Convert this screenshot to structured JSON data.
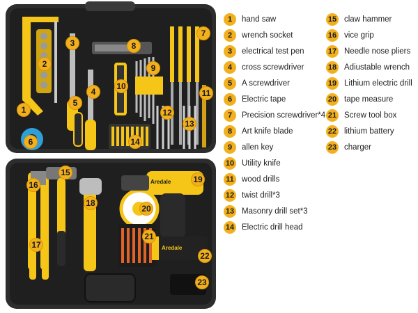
{
  "legend_left": [
    {
      "num": "1",
      "label": "hand saw"
    },
    {
      "num": "2",
      "label": "wrench socket"
    },
    {
      "num": "3",
      "label": "electrical test pen"
    },
    {
      "num": "4",
      "label": "cross screwdriver"
    },
    {
      "num": "5",
      "label": "A screwdriver"
    },
    {
      "num": "6",
      "label": "Electric tape"
    },
    {
      "num": "7",
      "label": "Precision screwdriver*4"
    },
    {
      "num": "8",
      "label": "Art knife blade"
    },
    {
      "num": "9",
      "label": "allen key"
    },
    {
      "num": "10",
      "label": "Utility knife"
    },
    {
      "num": "11",
      "label": "wood drills"
    },
    {
      "num": "12",
      "label": "twist drill*3"
    },
    {
      "num": "13",
      "label": "Masonry drill set*3"
    },
    {
      "num": "14",
      "label": "Electric drill head"
    }
  ],
  "legend_right": [
    {
      "num": "15",
      "label": "claw hammer"
    },
    {
      "num": "16",
      "label": "vice grip"
    },
    {
      "num": "17",
      "label": "Needle nose pliers"
    },
    {
      "num": "18",
      "label": "Adiustable wrench"
    },
    {
      "num": "19",
      "label": "Lithium electric drill"
    },
    {
      "num": "20",
      "label": "tape measure"
    },
    {
      "num": "21",
      "label": "Screw tool box"
    },
    {
      "num": "22",
      "label": "lithium battery"
    },
    {
      "num": "23",
      "label": "charger"
    }
  ],
  "badges": [
    "1",
    "2",
    "3",
    "4",
    "5",
    "6",
    "7",
    "8",
    "9",
    "10",
    "11",
    "12",
    "13",
    "14",
    "15",
    "16",
    "17",
    "18",
    "19",
    "20",
    "21",
    "22",
    "23"
  ],
  "drill_brand": "Aredale",
  "battery_brand": "Aredale",
  "colors": {
    "accent": "#f2b01e",
    "case": "#2b2b2b",
    "tool_yellow": "#f5c518"
  }
}
